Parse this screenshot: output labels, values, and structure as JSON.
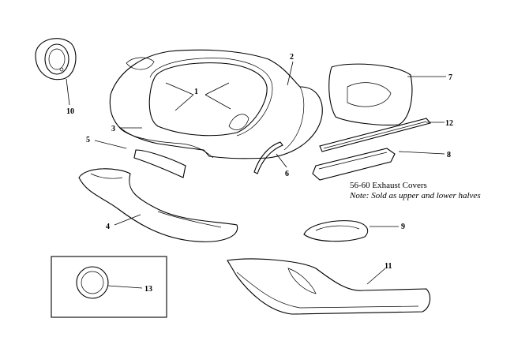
{
  "diagram": {
    "callouts": [
      {
        "id": "1"
      },
      {
        "id": "2"
      },
      {
        "id": "3"
      },
      {
        "id": "4"
      },
      {
        "id": "5"
      },
      {
        "id": "6"
      },
      {
        "id": "7"
      },
      {
        "id": "8"
      },
      {
        "id": "9"
      },
      {
        "id": "10"
      },
      {
        "id": "11"
      },
      {
        "id": "12"
      },
      {
        "id": "13"
      }
    ],
    "note": {
      "title": "56-60 Exhaust Covers",
      "text": "Note:  Sold as upper and lower halves"
    }
  }
}
